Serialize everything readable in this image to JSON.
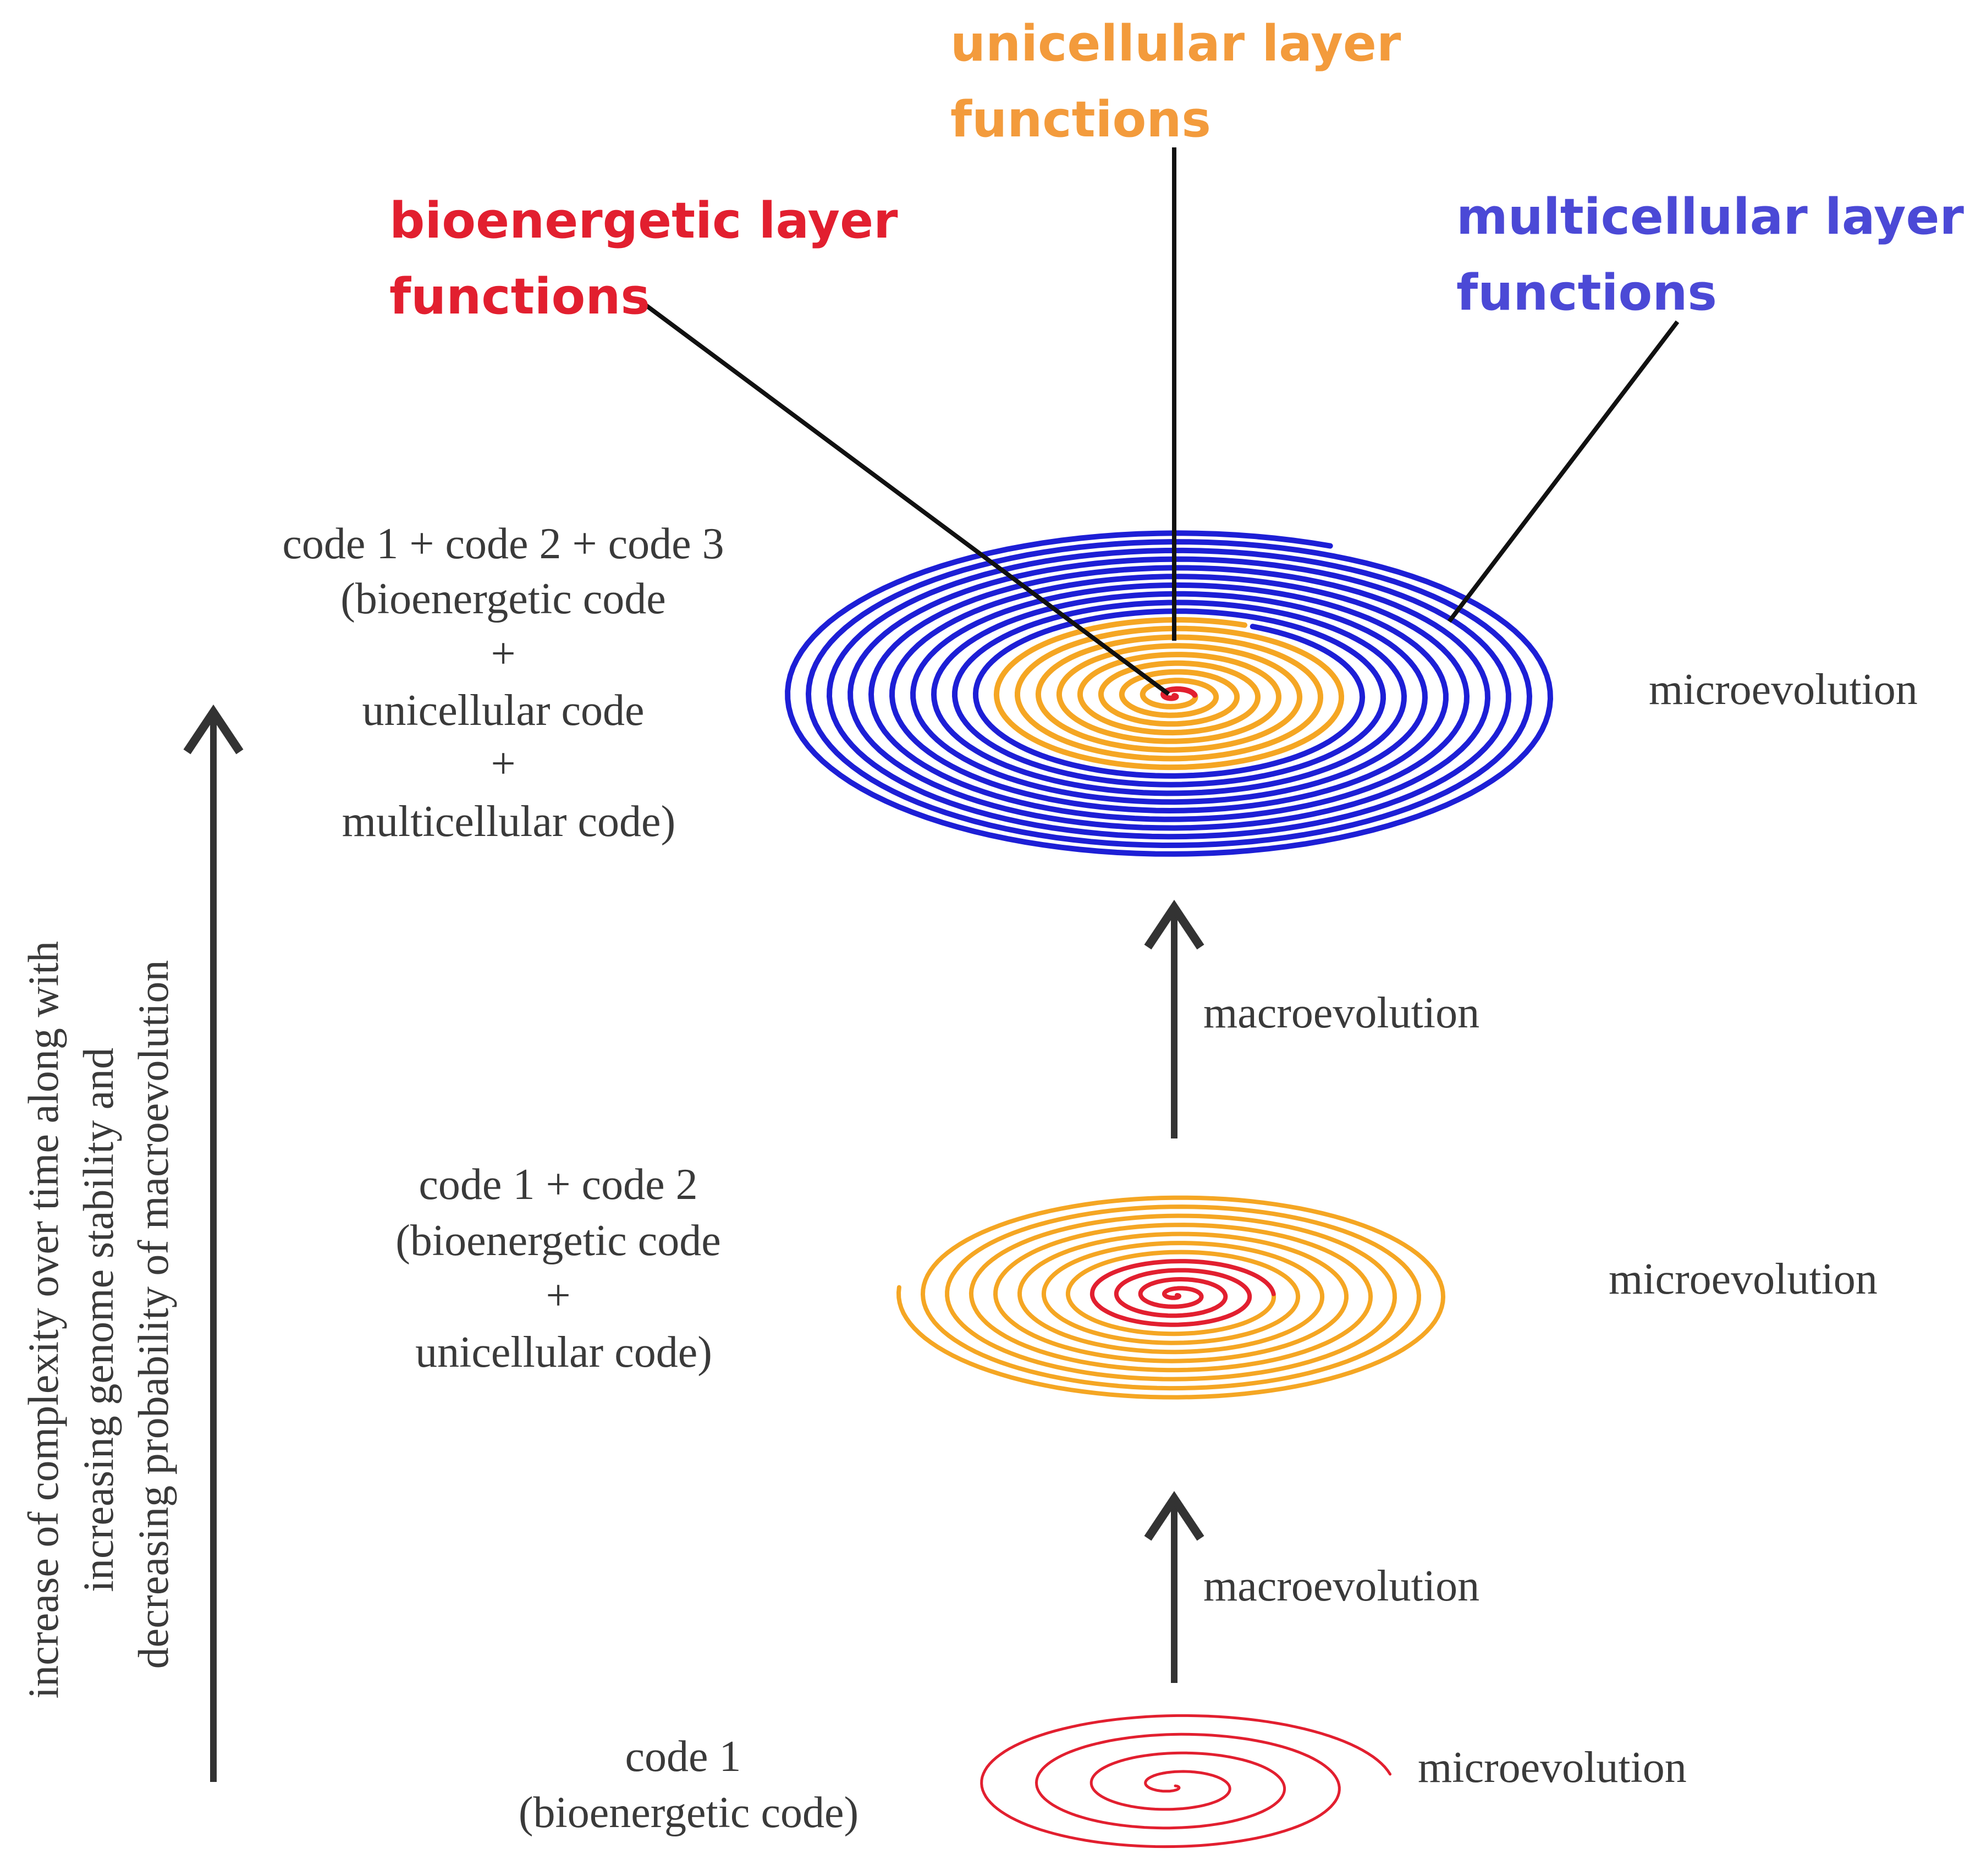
{
  "colors": {
    "bioenergetic": "#e21f2f",
    "unicellular": "#f5a623",
    "unicellular_title": "#f39b3c",
    "multicellular": "#1d1fd6",
    "multicellular_title": "#4b49d6",
    "text": "#3a3a3a",
    "arrow": "#333333"
  },
  "top_labels": {
    "unicellular": [
      "unicellular layer",
      "functions"
    ],
    "bioenergetic": [
      "bioenergetic layer",
      "functions"
    ],
    "multicellular": [
      "multicellular layer",
      "functions"
    ]
  },
  "levels": [
    {
      "code_lines": [
        "code 1 + code 2 + code 3",
        "(bioenergetic code",
        "+",
        "unicellular code",
        "+",
        "multicellular code)"
      ],
      "right_label": "microevolution",
      "spiral_turns": {
        "bioenergetic": 3,
        "unicellular": 9,
        "multicellular": 10
      }
    },
    {
      "code_lines": [
        "code 1 + code 2",
        "(bioenergetic code",
        "+",
        "unicellular code)"
      ],
      "right_label": "microevolution",
      "spiral_turns": {
        "bioenergetic": 4,
        "unicellular": 7
      }
    },
    {
      "code_lines": [
        "code 1",
        "(bioenergetic code)"
      ],
      "right_label": "microevolution",
      "spiral_turns": {
        "bioenergetic": 4
      }
    }
  ],
  "transitions": [
    "macroevolution",
    "macroevolution"
  ],
  "side_axis": {
    "lines": [
      "increase of complexity over time along with",
      "increasing genome stability and",
      "decreasing probability of macroevolution"
    ]
  }
}
